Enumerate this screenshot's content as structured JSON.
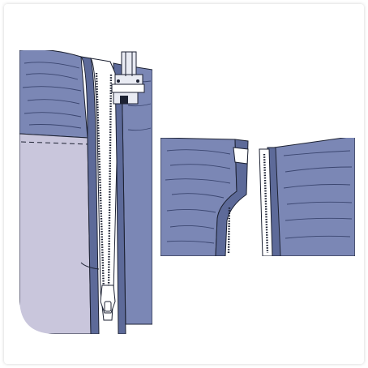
{
  "figure": {
    "panels": [
      {
        "id": "left",
        "subject": "zipper-insertion-with-presser-foot"
      },
      {
        "id": "right",
        "subject": "pinned-zipper-halves-on-gathered-fabric"
      }
    ],
    "colors": {
      "fabric": "#7b87b5",
      "fabric_dark": "#5d6a99",
      "fabric_light": "#a3acd0",
      "lining": "#c9c6dc",
      "zipper_tape": "#ffffff",
      "outline": "#1d2233",
      "presser_foot": "#e9ebf3"
    }
  }
}
